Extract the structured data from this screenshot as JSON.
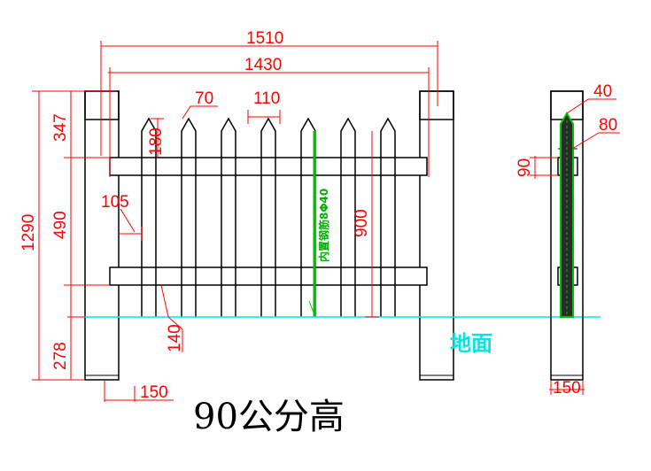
{
  "dimensions": {
    "total_width": "1510",
    "clear_width": "1430",
    "tip_width": "70",
    "picket_spacing": "110",
    "post_top_height": "347",
    "tip_height": "180",
    "rail_spacing": "490",
    "total_height": "1290",
    "rail_offset": "105",
    "picket_height": "900",
    "picket_gap": "140",
    "buried_depth": "278",
    "post_width": "150",
    "side_top": "40",
    "side_rebar": "80",
    "side_rail": "90",
    "side_width": "150"
  },
  "rebar_label": "内置钢筋8Φ40",
  "ground_label": "地面",
  "caption": "90公分高",
  "colors": {
    "outline": "#000000",
    "dimension": "#ff0000",
    "ground_line": "#00e5e5",
    "rebar": "#00c000"
  }
}
